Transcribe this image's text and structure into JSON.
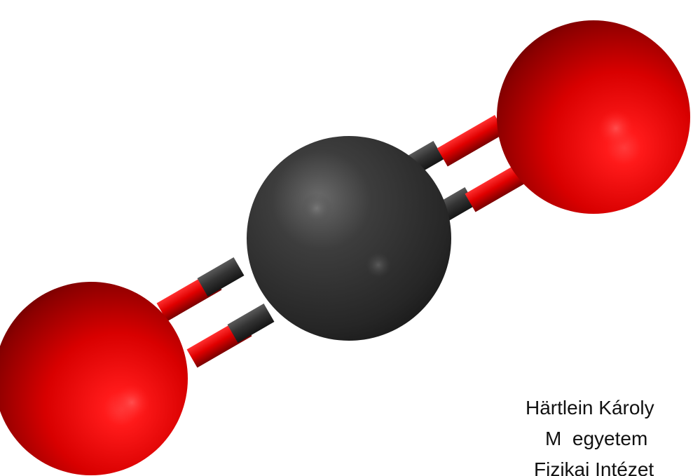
{
  "molecule": {
    "atoms": [
      {
        "element": "O",
        "color": "#e00000"
      },
      {
        "element": "C",
        "color": "#2e2e2e"
      },
      {
        "element": "O",
        "color": "#e00000"
      }
    ],
    "bond_type": "double"
  },
  "credit": {
    "line1": "Härtlein Károly",
    "line2": "M  egyetem",
    "line3": "Fizikai Intézet"
  },
  "colors": {
    "oxygen": "#e00000",
    "carbon": "#2e2e2e",
    "background": "#ffffff",
    "text": "#111111"
  }
}
